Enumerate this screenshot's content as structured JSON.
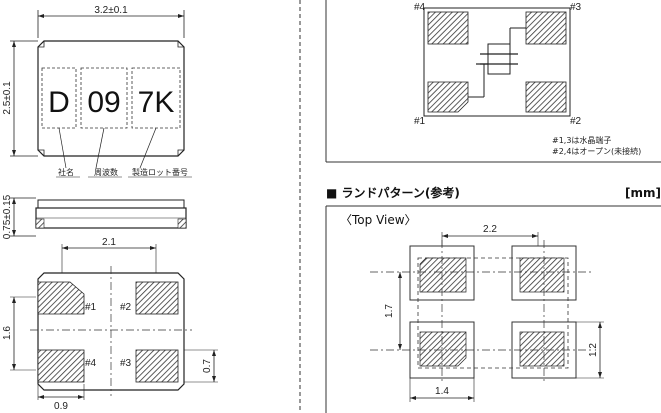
{
  "top_view": {
    "width_dim": "3.2±0.1",
    "height_dim": "2.5±0.1",
    "marking": [
      "D",
      "09",
      "7K"
    ],
    "legend": [
      "社名",
      "周波数",
      "製造ロット番号"
    ]
  },
  "side_view": {
    "height_dim": "0.75±0.15"
  },
  "bottom_view": {
    "pitch_x": "2.1",
    "pitch_y": "1.6",
    "pad_h": "0.7",
    "pad_w": "0.9",
    "pins": [
      "#1",
      "#2",
      "#3",
      "#4"
    ]
  },
  "schematic": {
    "pins": [
      "#4",
      "#3",
      "#1",
      "#2"
    ],
    "notes": [
      "#1,3は水晶端子",
      "#2,4はオープン(未接続)"
    ]
  },
  "land_pattern": {
    "title": "■ ランドパターン(参考)",
    "unit": "[mm]",
    "view_label": "〈Top View〉",
    "dims": {
      "pitch_x": "2.2",
      "pitch_y": "1.7",
      "pad_w": "1.4",
      "pad_h": "1.2"
    }
  }
}
